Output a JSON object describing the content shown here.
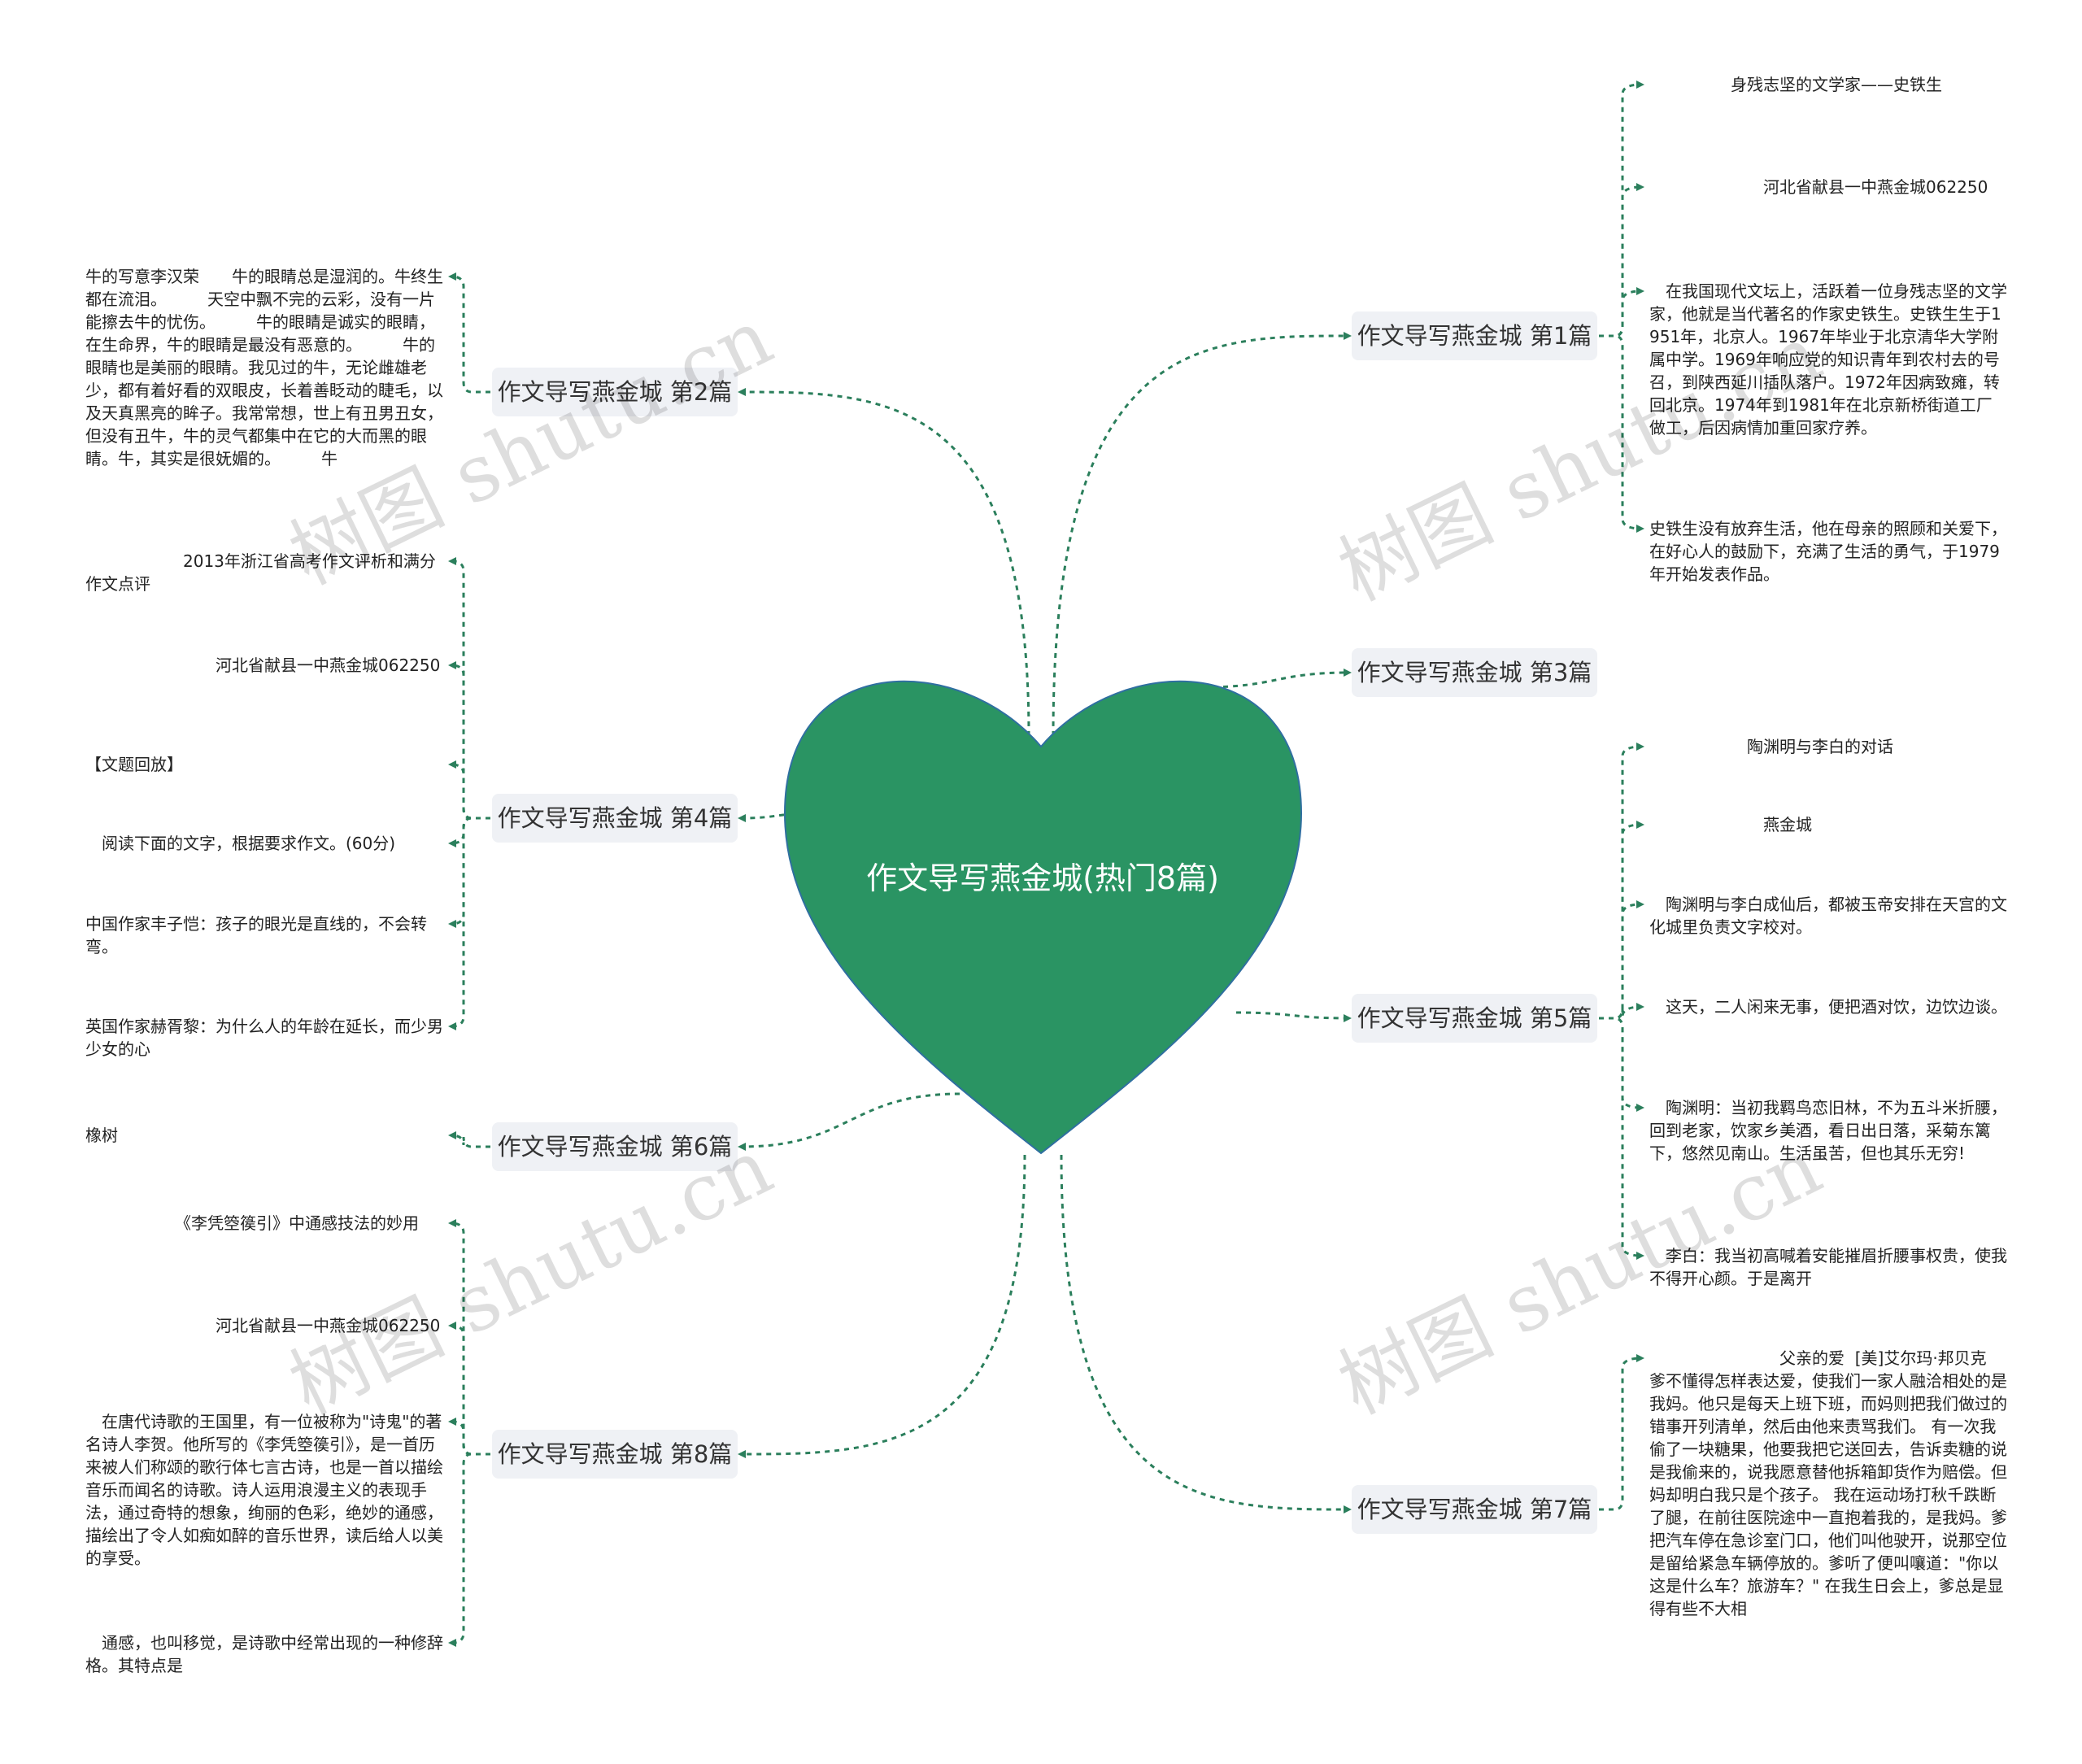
{
  "central_topic": "作文导写燕金城(热门8篇)",
  "watermark_text": "树图 shutu.cn",
  "colors": {
    "heart_fill": "#2a9463",
    "heart_stroke": "#2f6fa0",
    "connector": "#2b7f5c",
    "branch_bg": "#eff1f5",
    "leaf_text": "#222222"
  },
  "branches": [
    {
      "id": "b1",
      "label": "作文导写燕金城 第1篇",
      "leaves": [
        {
          "text": "　　　　　身残志坚的文学家——史铁生"
        },
        {
          "text": "　　　　　　　河北省献县一中燕金城062250"
        },
        {
          "text": "　在我国现代文坛上，活跃着一位身残志坚的文学家，他就是当代著名的作家史铁生。史铁生生于1951年，北京人。1967年毕业于北京清华大学附属中学。1969年响应党的知识青年到农村去的号召，到陕西延川插队落户。1972年因病致瘫，转回北京。1974年到1981年在北京新桥街道工厂做工，后因病情加重回家疗养。"
        },
        {
          "text": "史铁生没有放弃生活，他在母亲的照顾和关爱下，在好心人的鼓励下，充满了生活的勇气，于1979年开始发表作品。"
        }
      ]
    },
    {
      "id": "b2",
      "label": "作文导写燕金城 第2篇",
      "leaves": [
        {
          "text": "牛的写意李汉荣　　牛的眼睛总是湿润的。牛终生都在流泪。　　　天空中飘不完的云彩，没有一片能擦去牛的忧伤。　　　牛的眼睛是诚实的眼睛，在生命界，牛的眼睛是最没有恶意的。　　　牛的眼睛也是美丽的眼睛。我见过的牛，无论雌雄老少，都有着好看的双眼皮，长着善眨动的睫毛，以及天真黑亮的眸子。我常常想，世上有丑男丑女，但没有丑牛，牛的灵气都集中在它的大而黑的眼睛。牛，其实是很妩媚的。　　　牛"
        }
      ]
    },
    {
      "id": "b3",
      "label": "作文导写燕金城 第3篇",
      "leaves": []
    },
    {
      "id": "b4",
      "label": "作文导写燕金城 第4篇",
      "leaves": [
        {
          "text": "　　　　　　2013年浙江省高考作文评析和满分作文点评"
        },
        {
          "text": "　　　　　　　　河北省献县一中燕金城062250"
        },
        {
          "text": "【文题回放】"
        },
        {
          "text": "　阅读下面的文字，根据要求作文。(60分)"
        },
        {
          "text": "中国作家丰子恺：孩子的眼光是直线的，不会转弯。"
        },
        {
          "text": "英国作家赫胥黎：为什么人的年龄在延长，而少男少女的心"
        }
      ]
    },
    {
      "id": "b5",
      "label": "作文导写燕金城 第5篇",
      "leaves": [
        {
          "text": "　　　　　　陶渊明与李白的对话"
        },
        {
          "text": "　　　　　　　燕金城"
        },
        {
          "text": "　陶渊明与李白成仙后，都被玉帝安排在天宫的文化城里负责文字校对。"
        },
        {
          "text": "　这天，二人闲来无事，便把酒对饮，边饮边谈。"
        },
        {
          "text": "　陶渊明：当初我羁鸟恋旧林，不为五斗米折腰，回到老家，饮家乡美酒，看日出日落，采菊东篱下，悠然见南山。生活虽苦，但也其乐无穷!"
        },
        {
          "text": "　李白：我当初高喊着安能摧眉折腰事权贵，使我不得开心颜。于是离开"
        }
      ]
    },
    {
      "id": "b6",
      "label": "作文导写燕金城 第6篇",
      "leaves": [
        {
          "text": "橡树"
        }
      ]
    },
    {
      "id": "b7",
      "label": "作文导写燕金城 第7篇",
      "leaves": [
        {
          "text": "　　　　　　　　父亲的爱  [美]艾尔玛·邦贝克 爹不懂得怎样表达爱，使我们一家人融洽相处的是我妈。他只是每天上班下班，而妈则把我们做过的错事开列清单，然后由他来责骂我们。 有一次我偷了一块糖果，他要我把它送回去，告诉卖糖的说是我偷来的，说我愿意替他拆箱卸货作为赔偿。但妈却明白我只是个孩子。 我在运动场打秋千跌断了腿，在前往医院途中一直抱着我的，是我妈。爹把汽车停在急诊室门口，他们叫他驶开，说那空位是留给紧急车辆停放的。爹听了便叫嚷道：\"你以这是什么车？旅游车？\" 在我生日会上，爹总是显得有些不大相"
        }
      ]
    },
    {
      "id": "b8",
      "label": "作文导写燕金城 第8篇",
      "leaves": [
        {
          "text": "　　　　　　《李凭箜篌引》中通感技法的妙用"
        },
        {
          "text": "　　　　　　　　河北省献县一中燕金城062250"
        },
        {
          "text": "　在唐代诗歌的王国里，有一位被称为\"诗鬼\"的著名诗人李贺。他所写的《李凭箜篌引》，是一首历来被人们称颂的歌行体七言古诗，也是一首以描绘音乐而闻名的诗歌。诗人运用浪漫主义的表现手法，通过奇特的想象，绚丽的色彩，绝妙的通感，描绘出了令人如痴如醉的音乐世界，读后给人以美的享受。"
        },
        {
          "text": "　通感，也叫移觉，是诗歌中经常出现的一种修辞格。其特点是"
        }
      ]
    }
  ]
}
